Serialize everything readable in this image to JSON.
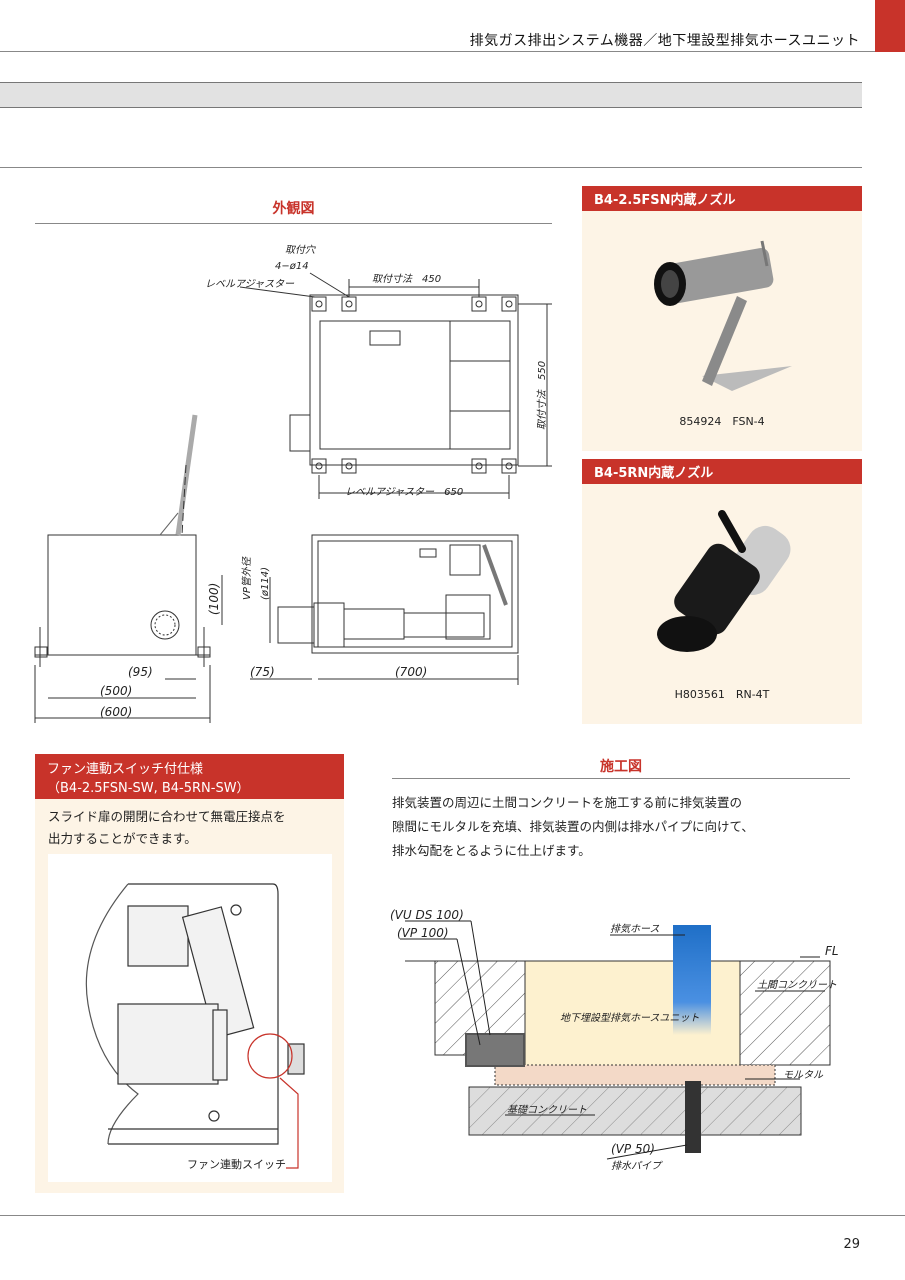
{
  "header": {
    "title": "排気ガス排出システム機器／地下埋設型排気ホースユニット"
  },
  "exterior": {
    "title": "外観図",
    "labels": {
      "mount_hole_1": "取付穴",
      "mount_hole_2": "4−ø14",
      "level_adjuster_top": "レベルアジャスター",
      "mount_dim_450": "取付寸法　450",
      "mount_dim_550": "取付寸法　550",
      "level_adjuster_650": "レベルアジャスター　650",
      "vp_outer": "VP管外径",
      "phi114": "(ø114)",
      "d100": "(100)",
      "d95": "(95)",
      "d500": "(500)",
      "d600": "(600)",
      "d75": "(75)",
      "d700": "(700)"
    }
  },
  "nozzle1": {
    "title": "B4-2.5FSN内蔵ノズル",
    "caption": "854924　FSN-4"
  },
  "nozzle2": {
    "title": "B4-5RN内蔵ノズル",
    "caption": "H803561　RN-4T"
  },
  "fan_switch": {
    "title_line1": "ファン連動スイッチ付仕様",
    "title_line2": "（B4-2.5FSN-SW, B4-5RN-SW）",
    "text_line1": "スライド扉の開閉に合わせて無電圧接点を",
    "text_line2": "出力することができます。",
    "label": "ファン連動スイッチ"
  },
  "construction": {
    "title": "施工図",
    "text_line1": "排気装置の周辺に土間コンクリートを施工する前に排気装置の",
    "text_line2": "隙間にモルタルを充填、排気装置の内側は排水パイプに向けて、",
    "text_line3": "排水勾配をとるように仕上げます。",
    "labels": {
      "vu_ds": "(VU DS 100)",
      "vp100": "(VP 100)",
      "exhaust_hose": "排気ホース",
      "fl": "FL",
      "slab": "土間コンクリート",
      "unit": "地下埋設型排気ホースユニット",
      "mortar": "モルタル",
      "foundation": "基礎コンクリート",
      "vp50": "(VP 50)",
      "drain_pipe": "排水パイプ"
    }
  },
  "page": {
    "number": "29"
  },
  "colors": {
    "accent": "#c8332a",
    "panel_bg": "#fdf4e6",
    "band": "#e2e2e2"
  }
}
